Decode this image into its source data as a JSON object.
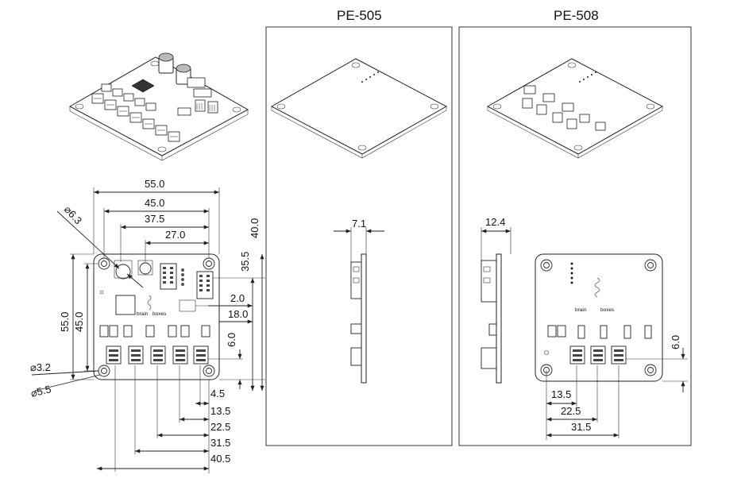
{
  "panels": {
    "pe505": {
      "title": "PE-505",
      "side_thickness": "7.1"
    },
    "pe508": {
      "title": "PE-508",
      "side_thickness": "12.4",
      "brand": [
        "brain",
        "boxes"
      ],
      "dims": {
        "connector_1": "13.5",
        "connector_2": "22.5",
        "connector_3": "31.5",
        "bottom_offset": "6.0"
      }
    }
  },
  "main": {
    "brand": [
      "brain",
      "boxes"
    ],
    "dims": {
      "width_outer": "55.0",
      "width_holes": "45.0",
      "width_375": "37.5",
      "width_27": "27.0",
      "height_outer": "55.0",
      "height_holes": "45.0",
      "hole_large": "⌀6.3",
      "hole_small": "⌀3.2",
      "hole_outer": "⌀5.5",
      "right_40": "40.0",
      "right_355": "35.5",
      "right_2": "2.0",
      "right_18": "18.0",
      "right_6": "6.0",
      "bottom_45": "4.5",
      "bottom_135": "13.5",
      "bottom_225": "22.5",
      "bottom_315": "31.5",
      "bottom_405": "40.5"
    }
  }
}
